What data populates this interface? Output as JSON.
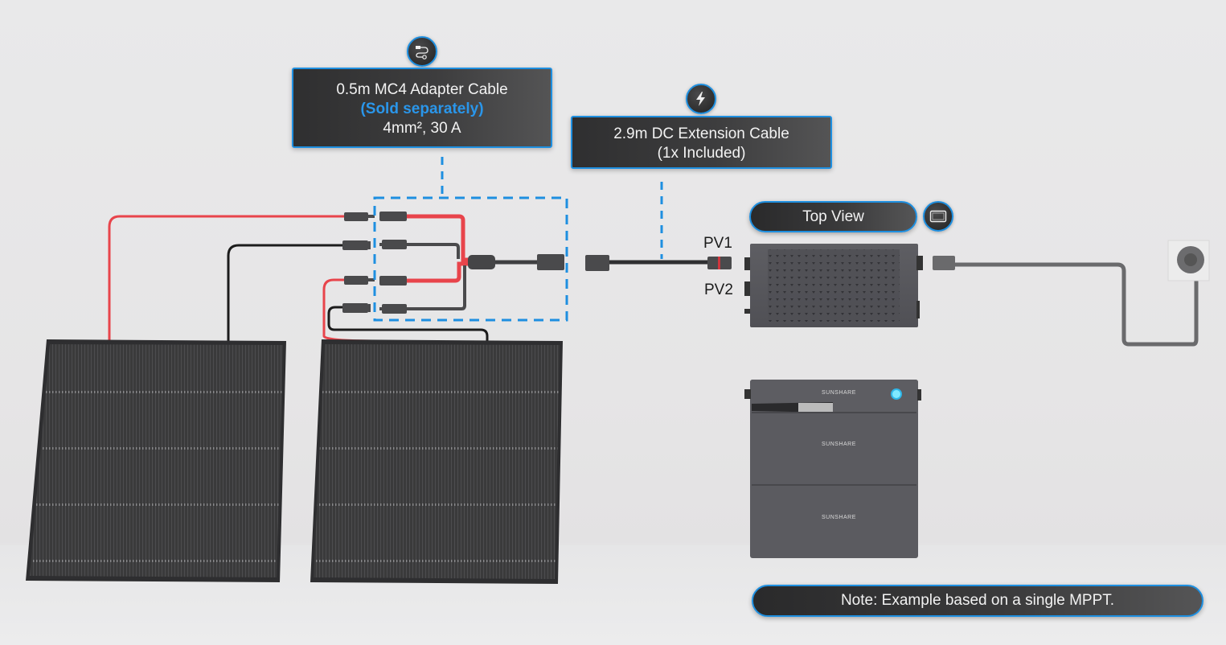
{
  "callouts": {
    "adapter": {
      "icon": "cable-icon",
      "line1": "0.5m MC4 Adapter Cable",
      "line2": "(Sold separately)",
      "line3": "4mm², 30 A"
    },
    "extension": {
      "icon": "lightning-bolt-icon",
      "line1": "2.9m DC Extension Cable",
      "line2": "(1x Included)"
    },
    "top_view": {
      "label": "Top View",
      "icon": "tablet-icon"
    },
    "note": "Note: Example based on a single MPPT."
  },
  "ports": {
    "pv1": "PV1",
    "pv2": "PV2"
  },
  "battery": {
    "brand": "SUNSHARE",
    "modules": 3
  },
  "colors": {
    "accent_blue": "#1e8fe0",
    "highlight_blue": "#2a96ea",
    "positive_cable": "#e8444b",
    "negative_cable": "#1c1c1c",
    "device_gray": "#55555a"
  }
}
